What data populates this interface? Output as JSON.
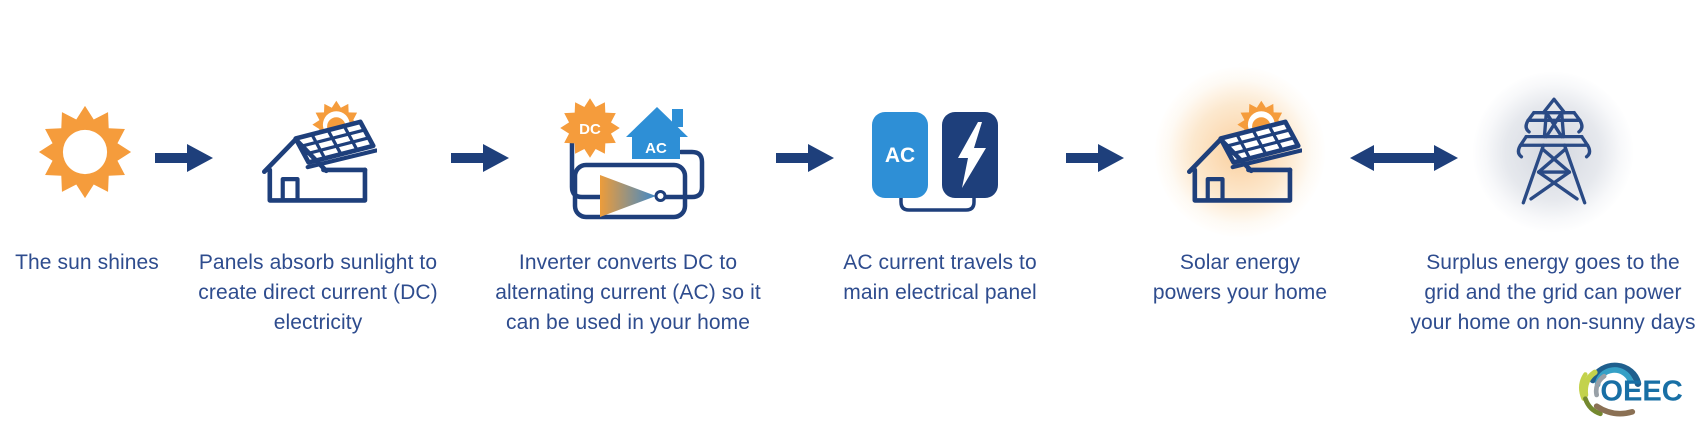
{
  "diagram": "solar-energy-flow",
  "steps": [
    {
      "name": "sun-shines",
      "caption_lines": [
        "The sun shines"
      ]
    },
    {
      "name": "panels-absorb",
      "caption_lines": [
        "Panels absorb sunlight to",
        "create direct current (DC)",
        "electricity"
      ]
    },
    {
      "name": "inverter",
      "caption_lines": [
        "Inverter converts DC to",
        "alternating current (AC) so it",
        "can be used in your home"
      ],
      "labels": {
        "dc": "DC",
        "ac": "AC"
      }
    },
    {
      "name": "main-panel",
      "caption_lines": [
        "AC current travels to",
        "main electrical panel"
      ],
      "labels": {
        "ac": "AC"
      }
    },
    {
      "name": "powers-home",
      "caption_lines": [
        "Solar energy",
        "powers your home"
      ]
    },
    {
      "name": "grid",
      "caption_lines": [
        "Surplus energy goes to the",
        "grid and the grid can power",
        "your home on non-sunny days"
      ]
    }
  ],
  "logo": {
    "text": "OEEC"
  },
  "colors": {
    "orange": "#F59C3C",
    "blue": "#2E8FD6",
    "navy": "#1E3F7B",
    "caption_text": "#2E4C8E",
    "glow_orange": "#F6A03E",
    "glow_gray": "#969EB2",
    "logo_blue": "#186FA5",
    "logo_teal": "#35A0C6",
    "logo_green": "#C3D24C",
    "logo_olive": "#74882F",
    "logo_brown": "#8A7054",
    "logo_gray": "#98A0A7"
  }
}
